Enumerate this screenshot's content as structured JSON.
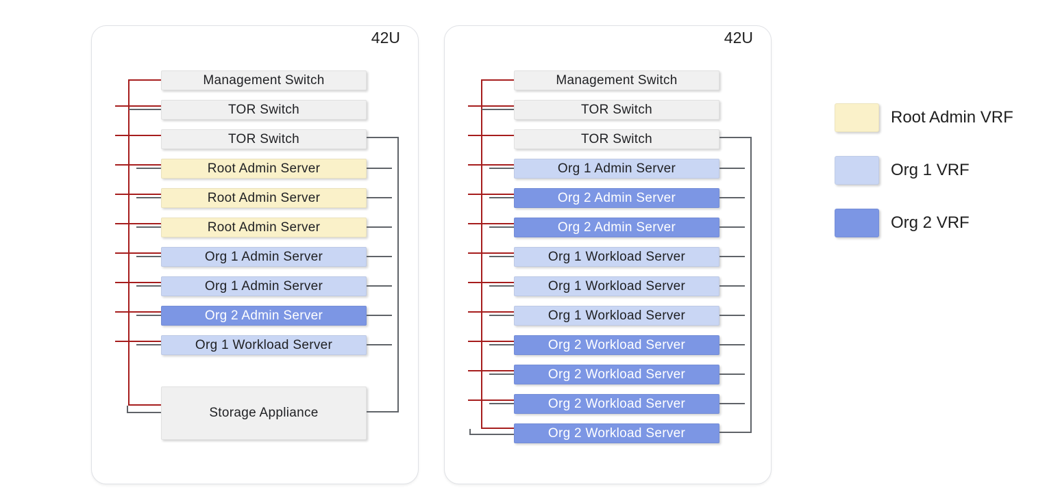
{
  "racks": [
    {
      "capacity_label": "42U",
      "units": [
        {
          "text": "Management Switch",
          "type": "switch"
        },
        {
          "text": "TOR Switch",
          "type": "switch"
        },
        {
          "text": "TOR Switch",
          "type": "switch"
        },
        {
          "text": "Root Admin Server",
          "type": "root-admin"
        },
        {
          "text": "Root Admin Server",
          "type": "root-admin"
        },
        {
          "text": "Root Admin Server",
          "type": "root-admin"
        },
        {
          "text": "Org 1 Admin Server",
          "type": "org1"
        },
        {
          "text": "Org 1 Admin Server",
          "type": "org1"
        },
        {
          "text": "Org 2 Admin Server",
          "type": "org2"
        },
        {
          "text": "Org 1 Workload Server",
          "type": "org1"
        },
        {
          "text": "Storage Appliance",
          "type": "storage"
        }
      ]
    },
    {
      "capacity_label": "42U",
      "units": [
        {
          "text": "Management Switch",
          "type": "switch"
        },
        {
          "text": "TOR Switch",
          "type": "switch"
        },
        {
          "text": "TOR Switch",
          "type": "switch"
        },
        {
          "text": "Org 1 Admin Server",
          "type": "org1"
        },
        {
          "text": "Org 2 Admin Server",
          "type": "org2"
        },
        {
          "text": "Org 2 Admin Server",
          "type": "org2"
        },
        {
          "text": "Org 1 Workload Server",
          "type": "org1"
        },
        {
          "text": "Org 1 Workload Server",
          "type": "org1"
        },
        {
          "text": "Org 1 Workload Server",
          "type": "org1"
        },
        {
          "text": "Org 2 Workload Server",
          "type": "org2"
        },
        {
          "text": "Org 2 Workload Server",
          "type": "org2"
        },
        {
          "text": "Org 2 Workload Server",
          "type": "org2"
        },
        {
          "text": "Org 2 Workload Server",
          "type": "org2"
        }
      ]
    }
  ],
  "legend": {
    "items": [
      {
        "label": "Root Admin VRF",
        "type": "root-admin"
      },
      {
        "label": "Org 1 VRF",
        "type": "org1"
      },
      {
        "label": "Org 2 VRF",
        "type": "org2"
      }
    ]
  },
  "colors": {
    "switch": "#F0F0F0",
    "storage": "#F0F0F0",
    "root-admin": "#FAF1C9",
    "org1": "#C9D6F4",
    "org2": "#7C96E4",
    "management_line": "#A61D1D",
    "data_line": "#5F6368"
  }
}
